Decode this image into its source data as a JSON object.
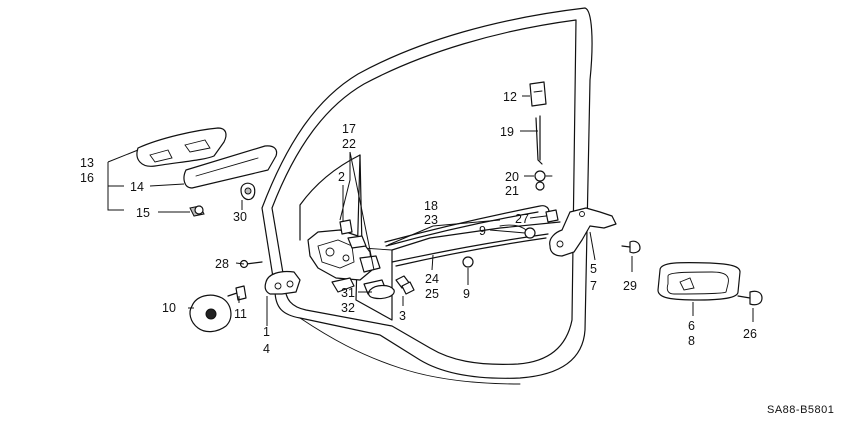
{
  "diagram": {
    "drawing_code": "SA88-B5801",
    "callouts": {
      "c1": "1",
      "c2": "2",
      "c3": "3",
      "c4": "4",
      "c5": "5",
      "c6": "6",
      "c7": "7",
      "c8": "8",
      "c9a": "9",
      "c9b": "9",
      "c10": "10",
      "c11": "11",
      "c12": "12",
      "c13": "13",
      "c14": "14",
      "c15": "15",
      "c16": "16",
      "c17": "17",
      "c18": "18",
      "c19": "19",
      "c20": "20",
      "c21": "21",
      "c22": "22",
      "c23": "23",
      "c24": "24",
      "c25": "25",
      "c26": "26",
      "c27": "27",
      "c28": "28",
      "c29": "29",
      "c30": "30",
      "c31": "31",
      "c32": "32"
    }
  }
}
